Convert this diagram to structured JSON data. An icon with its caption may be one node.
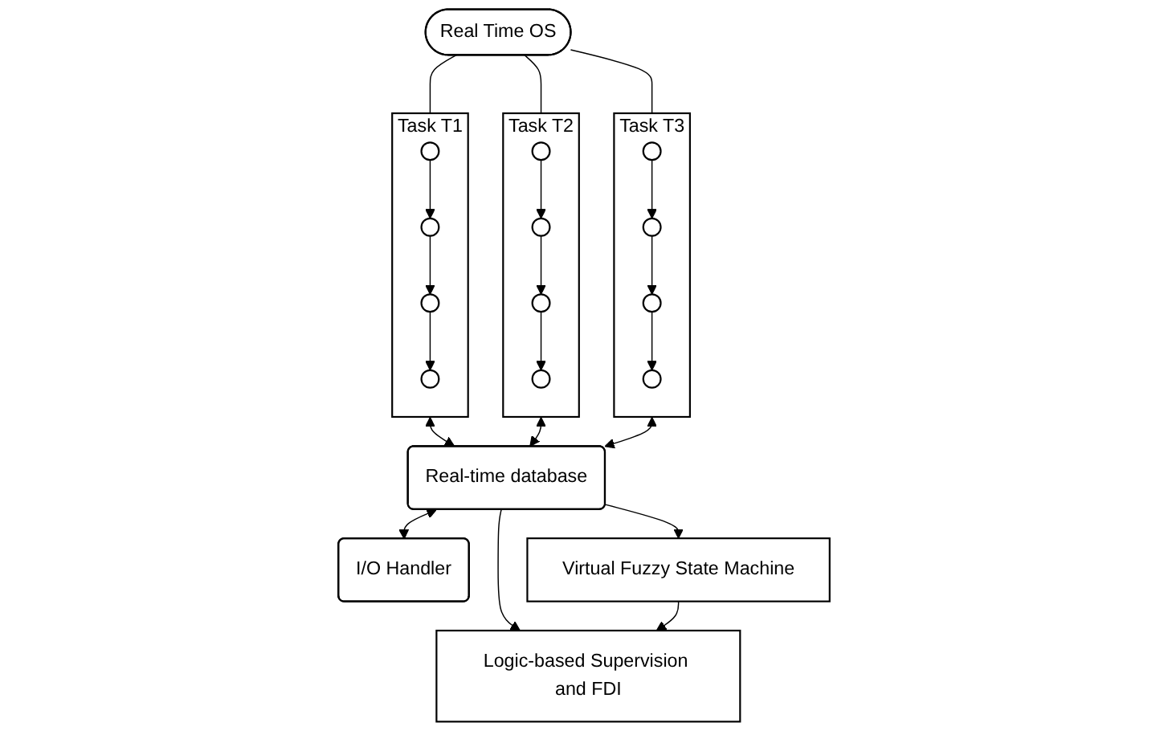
{
  "diagram": {
    "nodes": [
      {
        "text": [
          "Real Time OS"
        ]
      },
      {
        "text": [
          "Task T1"
        ]
      },
      {
        "text": [],
        "shape": "circle",
        "in": 1
      },
      {
        "text": [],
        "shape": "circle",
        "in": 1
      },
      {
        "text": [],
        "shape": "circle",
        "in": 1
      },
      {
        "text": [],
        "shape": "circle",
        "in": 1
      },
      {
        "text": [
          "Task T2"
        ]
      },
      {
        "text": [],
        "shape": "circle",
        "in": 6
      },
      {
        "text": [],
        "shape": "circle",
        "in": 6
      },
      {
        "text": [],
        "shape": "circle",
        "in": 6
      },
      {
        "text": [],
        "shape": "circle",
        "in": 6
      },
      {
        "text": [
          "Task T3"
        ]
      },
      {
        "text": [],
        "shape": "circle",
        "in": 11
      },
      {
        "text": [],
        "shape": "circle",
        "in": 11
      },
      {
        "text": [],
        "shape": "circle",
        "in": 11
      },
      {
        "text": [],
        "shape": "circle",
        "in": 11
      },
      {
        "text": [
          "Real-time database"
        ]
      },
      {
        "text": [
          "I/O Handler"
        ]
      },
      {
        "text": [
          "Virtual Fuzzy State Machine"
        ]
      },
      {
        "text": [
          "Logic-based Supervision and FDI"
        ]
      }
    ],
    "edges": [
      {
        "from": 0,
        "to": 1,
        "arrow": "none"
      },
      {
        "from": 0,
        "to": 6,
        "arrow": "none"
      },
      {
        "from": 0,
        "to": 11,
        "arrow": "none"
      },
      {
        "from": 2,
        "to": 3,
        "arrow": "to"
      },
      {
        "from": 3,
        "to": 4,
        "arrow": "to"
      },
      {
        "from": 4,
        "to": 5,
        "arrow": "to"
      },
      {
        "from": 7,
        "to": 8,
        "arrow": "to"
      },
      {
        "from": 8,
        "to": 9,
        "arrow": "to"
      },
      {
        "from": 9,
        "to": 10,
        "arrow": "to"
      },
      {
        "from": 12,
        "to": 13,
        "arrow": "to"
      },
      {
        "from": 13,
        "to": 14,
        "arrow": "to"
      },
      {
        "from": 14,
        "to": 15,
        "arrow": "to"
      },
      {
        "from": 1,
        "to": 16,
        "arrow": "both"
      },
      {
        "from": 6,
        "to": 16,
        "arrow": "both"
      },
      {
        "from": 11,
        "to": 16,
        "arrow": "both"
      },
      {
        "from": 16,
        "to": 17,
        "arrow": "both"
      },
      {
        "from": 16,
        "to": 18,
        "arrow": "to"
      },
      {
        "from": 16,
        "to": 19,
        "arrow": "to"
      },
      {
        "from": 18,
        "to": 19,
        "arrow": "to"
      }
    ]
  }
}
